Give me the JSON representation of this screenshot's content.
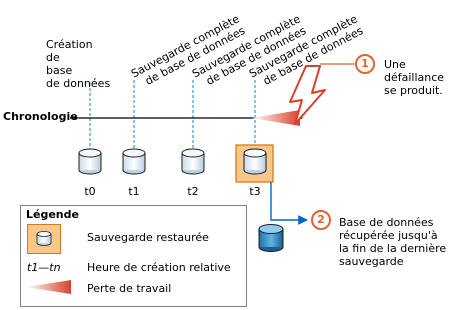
{
  "timeline_label": "Chronologie",
  "creation_label": [
    "Création",
    "de",
    "base",
    "de données"
  ],
  "backups": [
    {
      "line1": "Sauvegarde complète",
      "line2": "de base de données"
    },
    {
      "line1": "Sauvegarde complète",
      "line2": "de base de données"
    },
    {
      "line1": "Sauvegarde complète",
      "line2": "de base de données"
    }
  ],
  "time_labels": [
    "t0",
    "t1",
    "t2",
    "t3"
  ],
  "callout1": {
    "number": "1",
    "text": [
      "Une défaillance",
      "se produit."
    ]
  },
  "callout2": {
    "number": "2",
    "text": [
      "Base de données",
      "récupérée jusqu'à",
      "la fin de la dernière",
      "sauvegarde"
    ]
  },
  "legend": {
    "title": "Légende",
    "items": [
      {
        "label": "Sauvegarde restaurée"
      },
      {
        "key": "t1—tn",
        "label": "Heure de création relative"
      },
      {
        "label": "Perte de travail"
      }
    ]
  },
  "colors": {
    "callout": "#e0642d",
    "dashed": "#3399dd",
    "restored_fill": "#f8c88a",
    "restored_border": "#d47a1e",
    "db_light": "#eef5fa",
    "db_blue": "#2f8fc8",
    "arrow": "#0066cc"
  }
}
